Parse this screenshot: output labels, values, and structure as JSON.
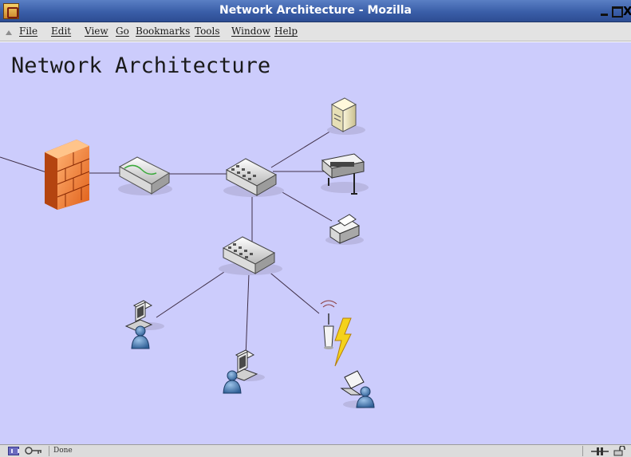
{
  "window": {
    "title": "Network Architecture - Mozilla",
    "close_glyph": "X"
  },
  "menubar": {
    "items": [
      {
        "label": "File"
      },
      {
        "label": "Edit"
      },
      {
        "label": "View"
      },
      {
        "label": "Go"
      },
      {
        "label": "Bookmarks"
      },
      {
        "label": "Tools"
      },
      {
        "label": "Window"
      },
      {
        "label": "Help"
      }
    ]
  },
  "page": {
    "heading": "Network Architecture",
    "background_color": "#ccccfc"
  },
  "diagram": {
    "nodes": [
      {
        "name": "firewall",
        "icon": "firewall-icon"
      },
      {
        "name": "router",
        "icon": "router-icon"
      },
      {
        "name": "core-switch",
        "icon": "switch-icon"
      },
      {
        "name": "access-switch",
        "icon": "switch-icon"
      },
      {
        "name": "server",
        "icon": "server-icon"
      },
      {
        "name": "plotter",
        "icon": "plotter-icon"
      },
      {
        "name": "printer",
        "icon": "printer-icon"
      },
      {
        "name": "workstation-left",
        "icon": "workstation-user-icon"
      },
      {
        "name": "workstation-bottom",
        "icon": "workstation-user-icon"
      },
      {
        "name": "wireless-access-point",
        "icon": "wireless-access-point-icon"
      },
      {
        "name": "laptop-user",
        "icon": "laptop-user-icon"
      }
    ],
    "links": [
      [
        "internet",
        "firewall"
      ],
      [
        "firewall",
        "router"
      ],
      [
        "router",
        "core-switch"
      ],
      [
        "core-switch",
        "server"
      ],
      [
        "core-switch",
        "plotter"
      ],
      [
        "core-switch",
        "printer"
      ],
      [
        "core-switch",
        "access-switch"
      ],
      [
        "access-switch",
        "workstation-left"
      ],
      [
        "access-switch",
        "workstation-bottom"
      ],
      [
        "access-switch",
        "wireless-access-point"
      ],
      [
        "wireless-access-point",
        "laptop-user"
      ]
    ]
  },
  "statusbar": {
    "text": "Done"
  },
  "colors": {
    "titlebar": "#3a5ea8",
    "firewall": "#f08030",
    "link": "#403048",
    "wireless_bolt": "#f4d21c"
  }
}
